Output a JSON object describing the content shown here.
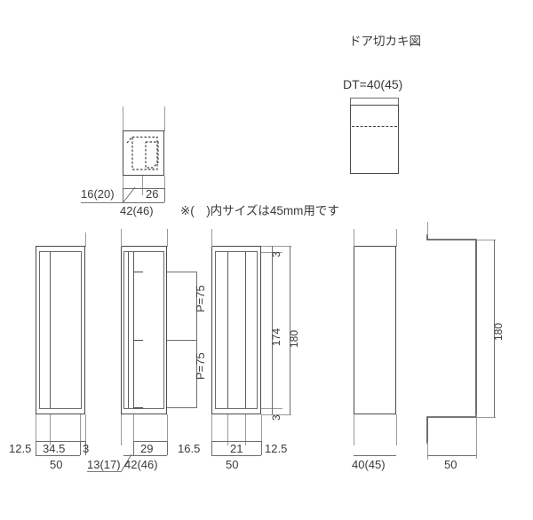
{
  "drawing": {
    "title_note": "ドア切カキ図",
    "footnote": "※(　)内サイズは45mm用です",
    "door_cut": {
      "label": "DT=40(45)"
    },
    "plan_view": {
      "dim_left": "16(20)",
      "dim_right": "26",
      "dim_total": "42(46)"
    },
    "elevation_1": {
      "dim_left": "12.5",
      "dim_mid": "34.5",
      "dim_right": "3",
      "dim_total": "50"
    },
    "elevation_2": {
      "pitch_top": "P=75",
      "pitch_bottom": "P=75",
      "dim_left": "13(17)",
      "dim_mid": "29",
      "dim_total": "42(46)"
    },
    "elevation_3": {
      "dim_top_gap": "3",
      "dim_bottom_gap": "3",
      "dim_inner": "174",
      "dim_outer": "180",
      "dim_left": "16.5",
      "dim_mid": "21",
      "dim_right": "12.5",
      "dim_total": "50"
    },
    "elevation_4": {
      "dim_total": "40(45)"
    },
    "elevation_5": {
      "dim_height": "180",
      "dim_total": "50"
    },
    "colors": {
      "outline": "#4a4a4a",
      "thin_line": "#9a9a9a",
      "dim_line": "#6e6e6e",
      "text": "#3a3a3a",
      "background": "#ffffff"
    }
  }
}
